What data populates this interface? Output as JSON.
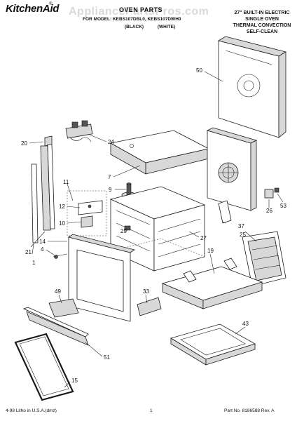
{
  "header": {
    "brand": "KitchenAid",
    "brand_mark": "®",
    "watermark": "AppliancePartsPros.com",
    "title": "OVEN PARTS",
    "models": "FOR MODEL: KEBS107DBL0, KEBS107DWH0",
    "colors": "(BLACK) (WHITE)"
  },
  "description": {
    "line1": "27\" BUILT-IN ELECTRIC",
    "line2": "SINGLE OVEN",
    "line3": "THERMAL CONVECTION",
    "line4": "SELF-CLEAN"
  },
  "footer": {
    "left": "4-98 Litho in U.S.A.(dmz)",
    "page": "1",
    "right": "Part No. 8186588 Rev. A"
  },
  "callouts": {
    "c50": "50",
    "c20": "20",
    "c24": "24",
    "c7": "7",
    "c11": "11",
    "c9": "9",
    "c12": "12",
    "c10": "10",
    "c14": "14",
    "c4": "4",
    "c21": "21",
    "c1": "1",
    "c29": "29",
    "c27": "27",
    "c26": "26",
    "c53": "53",
    "c37": "37",
    "c25": "25",
    "c19": "19",
    "c49": "49",
    "c33": "33",
    "c43": "43",
    "c51": "51",
    "c15": "15"
  }
}
